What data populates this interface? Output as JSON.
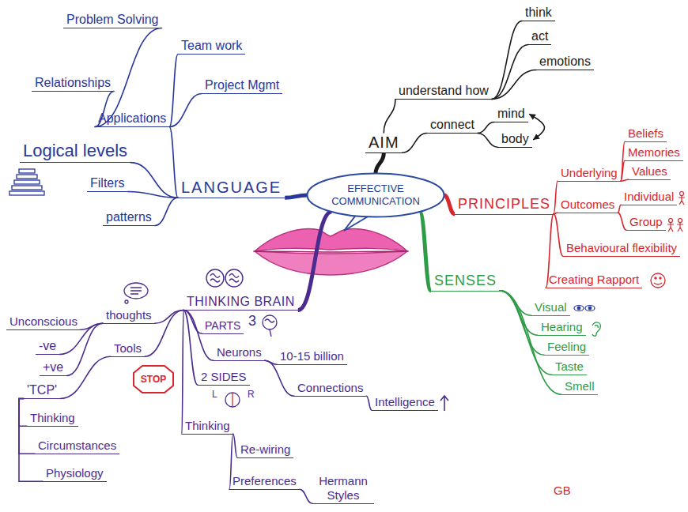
{
  "diagram": {
    "nodes": [
      {
        "text": [
          "EFFECTIVE COMMUNICATION"
        ]
      },
      {
        "text": [
          "LANGUAGE"
        ]
      },
      {
        "text": [
          "Applications"
        ]
      },
      {
        "text": [
          "Problem Solving"
        ]
      },
      {
        "text": [
          "Team work"
        ]
      },
      {
        "text": [
          "Relationships"
        ]
      },
      {
        "text": [
          "Project Mgmt"
        ]
      },
      {
        "text": [
          "Logical levels"
        ]
      },
      {
        "text": [
          "Filters"
        ]
      },
      {
        "text": [
          "patterns"
        ]
      },
      {
        "text": [
          "AIM"
        ]
      },
      {
        "text": [
          "understand how"
        ]
      },
      {
        "text": [
          "think"
        ]
      },
      {
        "text": [
          "act"
        ]
      },
      {
        "text": [
          "emotions"
        ]
      },
      {
        "text": [
          "connect"
        ]
      },
      {
        "text": [
          "mind"
        ]
      },
      {
        "text": [
          "body"
        ]
      },
      {
        "text": [
          "PRINCIPLES"
        ]
      },
      {
        "text": [
          "Underlying"
        ]
      },
      {
        "text": [
          "Beliefs"
        ]
      },
      {
        "text": [
          "Memories"
        ]
      },
      {
        "text": [
          "Values"
        ]
      },
      {
        "text": [
          "Outcomes"
        ]
      },
      {
        "text": [
          "Individual"
        ]
      },
      {
        "text": [
          "Group"
        ]
      },
      {
        "text": [
          "Behavioural flexibility"
        ]
      },
      {
        "text": [
          "Creating Rapport"
        ]
      },
      {
        "text": [
          "SENSES"
        ]
      },
      {
        "text": [
          "Visual"
        ]
      },
      {
        "text": [
          "Hearing"
        ]
      },
      {
        "text": [
          "Feeling"
        ]
      },
      {
        "text": [
          "Taste"
        ]
      },
      {
        "text": [
          "Smell"
        ]
      },
      {
        "text": [
          "THINKING BRAIN"
        ]
      },
      {
        "text": [
          "thoughts"
        ]
      },
      {
        "text": [
          "Unconscious"
        ]
      },
      {
        "text": [
          "-ve"
        ]
      },
      {
        "text": [
          "+ve"
        ]
      },
      {
        "text": [
          "PARTS"
        ]
      },
      {
        "text": [
          "Neurons"
        ]
      },
      {
        "text": [
          "10-15 billion"
        ]
      },
      {
        "text": [
          "Connections"
        ]
      },
      {
        "text": [
          "Intelligence"
        ]
      },
      {
        "text": [
          "2 SIDES"
        ]
      },
      {
        "text": [
          "Thinking"
        ]
      },
      {
        "text": [
          "Re-wiring"
        ]
      },
      {
        "text": [
          "Preferences"
        ]
      },
      {
        "text": [
          "Hermann Styles"
        ]
      },
      {
        "text": [
          "Tools"
        ]
      },
      {
        "text": [
          "'TCP'"
        ]
      },
      {
        "text": [
          "Thinking"
        ]
      },
      {
        "text": [
          "Circumstances"
        ]
      },
      {
        "text": [
          "Physiology"
        ]
      },
      {
        "text": [
          "STOP"
        ]
      }
    ],
    "edges": [
      {
        "from": 0,
        "to": 1,
        "arrow": "none"
      },
      {
        "from": 1,
        "to": 2,
        "arrow": "none"
      },
      {
        "from": 2,
        "to": 3,
        "arrow": "none"
      },
      {
        "from": 2,
        "to": 4,
        "arrow": "none"
      },
      {
        "from": 2,
        "to": 5,
        "arrow": "none"
      },
      {
        "from": 2,
        "to": 6,
        "arrow": "none"
      },
      {
        "from": 1,
        "to": 7,
        "arrow": "none"
      },
      {
        "from": 1,
        "to": 8,
        "arrow": "none"
      },
      {
        "from": 1,
        "to": 9,
        "arrow": "none"
      },
      {
        "from": 0,
        "to": 10,
        "arrow": "none"
      },
      {
        "from": 10,
        "to": 11,
        "arrow": "none"
      },
      {
        "from": 11,
        "to": 12,
        "arrow": "none"
      },
      {
        "from": 11,
        "to": 13,
        "arrow": "none"
      },
      {
        "from": 11,
        "to": 14,
        "arrow": "none"
      },
      {
        "from": 10,
        "to": 15,
        "arrow": "none"
      },
      {
        "from": 15,
        "to": 16,
        "arrow": "none"
      },
      {
        "from": 15,
        "to": 17,
        "arrow": "none"
      },
      {
        "from": 16,
        "to": 17,
        "arrow": "both"
      },
      {
        "from": 0,
        "to": 18,
        "arrow": "none"
      },
      {
        "from": 18,
        "to": 19,
        "arrow": "none"
      },
      {
        "from": 19,
        "to": 20,
        "arrow": "none"
      },
      {
        "from": 19,
        "to": 21,
        "arrow": "none"
      },
      {
        "from": 19,
        "to": 22,
        "arrow": "none"
      },
      {
        "from": 18,
        "to": 23,
        "arrow": "none"
      },
      {
        "from": 23,
        "to": 24,
        "arrow": "none"
      },
      {
        "from": 23,
        "to": 25,
        "arrow": "none"
      },
      {
        "from": 18,
        "to": 26,
        "arrow": "none"
      },
      {
        "from": 18,
        "to": 27,
        "arrow": "none"
      },
      {
        "from": 0,
        "to": 28,
        "arrow": "none"
      },
      {
        "from": 28,
        "to": 29,
        "arrow": "none"
      },
      {
        "from": 28,
        "to": 30,
        "arrow": "none"
      },
      {
        "from": 28,
        "to": 31,
        "arrow": "none"
      },
      {
        "from": 28,
        "to": 32,
        "arrow": "none"
      },
      {
        "from": 28,
        "to": 33,
        "arrow": "none"
      },
      {
        "from": 0,
        "to": 34,
        "arrow": "none"
      },
      {
        "from": 34,
        "to": 35,
        "arrow": "none"
      },
      {
        "from": 35,
        "to": 36,
        "arrow": "none"
      },
      {
        "from": 35,
        "to": 37,
        "arrow": "none"
      },
      {
        "from": 35,
        "to": 38,
        "arrow": "none"
      },
      {
        "from": 34,
        "to": 39,
        "arrow": "none"
      },
      {
        "from": 34,
        "to": 40,
        "arrow": "none"
      },
      {
        "from": 40,
        "to": 41,
        "arrow": "none"
      },
      {
        "from": 40,
        "to": 42,
        "arrow": "none"
      },
      {
        "from": 42,
        "to": 43,
        "arrow": "none"
      },
      {
        "from": 34,
        "to": 44,
        "arrow": "none"
      },
      {
        "from": 34,
        "to": 45,
        "arrow": "none"
      },
      {
        "from": 45,
        "to": 46,
        "arrow": "none"
      },
      {
        "from": 45,
        "to": 47,
        "arrow": "none"
      },
      {
        "from": 47,
        "to": 48,
        "arrow": "none"
      },
      {
        "from": 34,
        "to": 49,
        "arrow": "none"
      },
      {
        "from": 49,
        "to": 50,
        "arrow": "none"
      },
      {
        "from": 50,
        "to": 51,
        "arrow": "none"
      },
      {
        "from": 50,
        "to": 52,
        "arrow": "none"
      },
      {
        "from": 50,
        "to": 53,
        "arrow": "none"
      }
    ],
    "labels": [
      "3",
      "L",
      "R",
      "GB"
    ]
  }
}
